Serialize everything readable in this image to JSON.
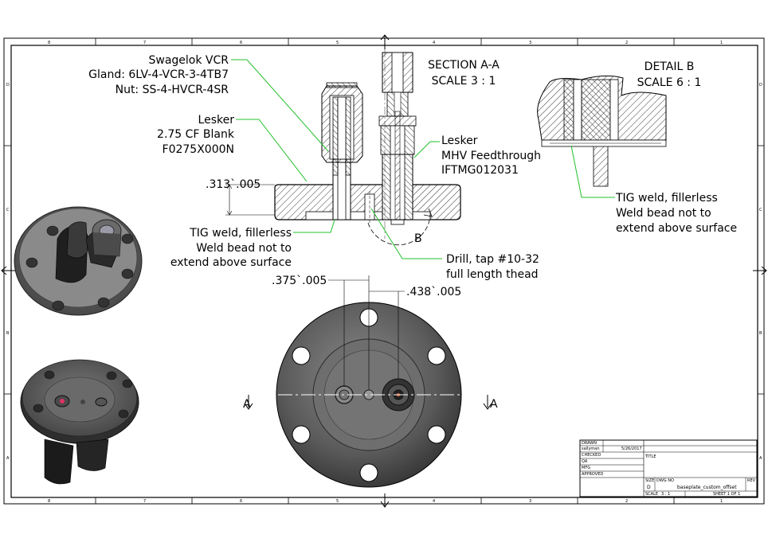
{
  "section": {
    "title": "SECTION A-A",
    "scale": "SCALE 3 : 1"
  },
  "detail": {
    "title": "DETAIL  B",
    "scale": "SCALE 6 : 1"
  },
  "callouts": {
    "swagelok": [
      "Swagelok VCR",
      "Gland: 6LV-4-VCR-3-4TB7",
      "Nut: SS-4-HVCR-4SR"
    ],
    "lesker_blank": [
      "Lesker",
      "2.75 CF Blank",
      "F0275X000N"
    ],
    "lesker_mhv": [
      "Lesker",
      "MHV Feedthrough",
      "IFTMG012031"
    ],
    "tig_section": [
      "TIG weld, fillerless",
      "Weld bead not to",
      "extend above surface"
    ],
    "tig_detail": [
      "TIG weld, fillerless",
      "Weld bead not to",
      "extend above surface"
    ],
    "drill": [
      "Drill, tap #10-32",
      "full length thead"
    ]
  },
  "dimensions": {
    "thickness": ".313`.005",
    "offset_left": ".375`.005",
    "offset_right": ".438`.005"
  },
  "markers": {
    "section_a": "A",
    "detail_b": "B"
  },
  "zone_numbers": [
    "8",
    "7",
    "6",
    "5",
    "4",
    "3",
    "2",
    "1"
  ],
  "zone_letters": [
    "D",
    "C",
    "B",
    "A"
  ],
  "title_block": {
    "drawn_label": "DRAWN",
    "drawn_by": "sallyman",
    "drawn_date": "5/26/2017",
    "checked_label": "CHECKED",
    "qa_label": "QA",
    "mfg_label": "MFG",
    "approved_label": "APPROVED",
    "title_label": "TITLE",
    "size_label": "SIZE",
    "size": "D",
    "dwg_label": "DWG NO",
    "dwg_no": "baseplate_custom_offset",
    "rev_label": "REV",
    "scale_label": "SCALE",
    "scale": "3 : 1",
    "sheet": "SHEET 1  OF 1"
  },
  "colors": {
    "leader": "#22c02a",
    "line": "#000000",
    "metal_dark": "#3a3a3a",
    "metal_mid": "#6b6b6b",
    "metal_light": "#9a9a9a"
  }
}
